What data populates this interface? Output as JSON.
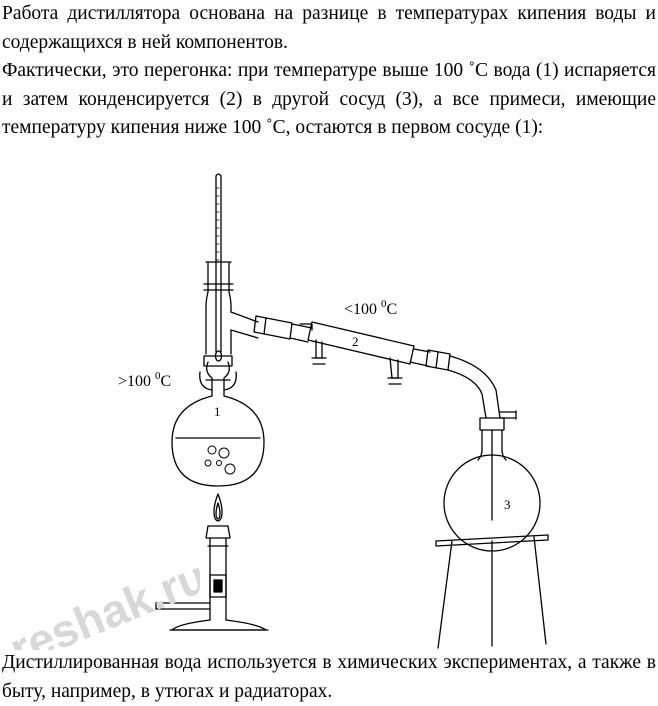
{
  "text": {
    "paragraph_1": "Работа дистиллятора основана на разнице в температурах кипения воды и содержащихся в ней компонентов.",
    "paragraph_2": "Фактически, это перегонка: при температуре выше 100 ˚С вода (1) испаряется и затем конденсируется (2) в другой сосуд (3), а все примеси, имеющие температуру кипения ниже 100 ˚С, остаются в первом сосуде (1):",
    "paragraph_3": "Дистиллированная вода используется в химических экспериментах, а также в быту, например, в утюгах и радиаторах."
  },
  "figure": {
    "label_hot_prefix": ">100 ",
    "label_hot_sup": "0",
    "label_hot_unit": "С",
    "label_cool_prefix": "<100 ",
    "label_cool_sup": "0",
    "label_cool_unit": "С",
    "flask_1_number": "1",
    "condenser_number": "2",
    "flask_3_number": "3"
  },
  "watermark": {
    "text": "reshak.ru"
  }
}
